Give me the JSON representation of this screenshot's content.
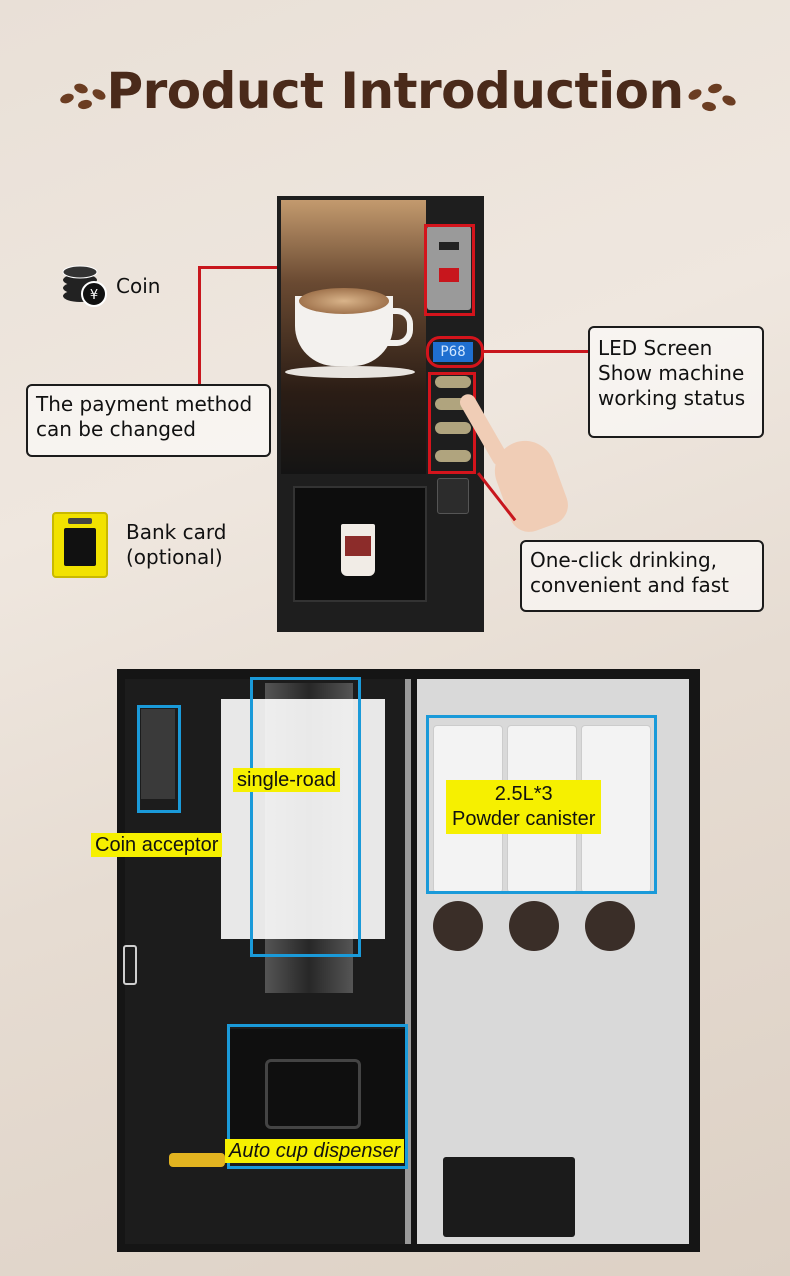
{
  "header": {
    "title": "Product Introduction"
  },
  "payments": {
    "coin_label": "Coin",
    "bank_card_label_1": "Bank card",
    "bank_card_label_2": "(optional)"
  },
  "callouts": {
    "payment_line_1": "The payment method",
    "payment_line_2": "can be changed",
    "led_line_1": "LED Screen",
    "led_line_2": "Show machine",
    "led_line_3": "working status",
    "oneclick_line_1": "One-click drinking,",
    "oneclick_line_2": "convenient and fast"
  },
  "machine": {
    "led_display": "P68"
  },
  "interior_labels": {
    "single_road": "single-road",
    "canister_line_1": "2.5L*3",
    "canister_line_2": "Powder canister",
    "coin_acceptor": "Coin acceptor",
    "cup_dispenser": "Auto cup dispenser"
  },
  "colors": {
    "accent_red": "#d4141c",
    "accent_blue": "#1a9ad9",
    "label_yellow": "#f6f000",
    "title_brown": "#4a2a1a"
  }
}
